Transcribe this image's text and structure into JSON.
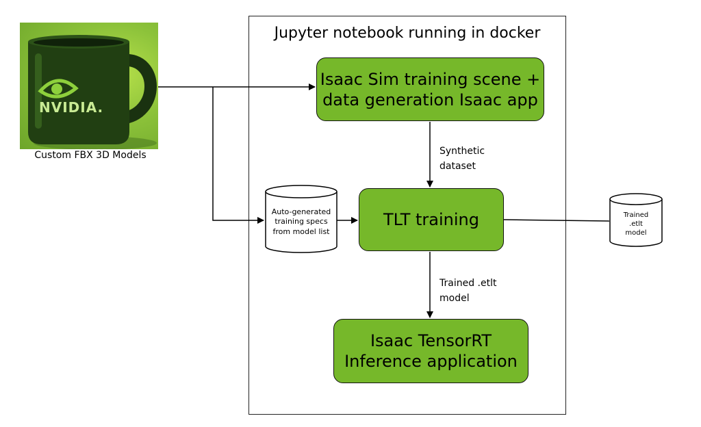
{
  "image_caption": "Custom FBX 3D Models",
  "mug_logo": "NVIDIA.",
  "container_title": "Jupyter notebook running in docker",
  "nodes": {
    "isaac_sim": "Isaac Sim training scene +\ndata generation Isaac app",
    "tlt": "TLT training",
    "tensorrt": "Isaac TensorRT\nInference application"
  },
  "edge_labels": {
    "synthetic": "Synthetic\ndataset",
    "trained": "Trained .etlt\nmodel"
  },
  "cylinders": {
    "specs": "Auto-generated\ntraining specs\nfrom model list",
    "output": "Trained\n.etlt\nmodel"
  },
  "colors": {
    "node_green": "#76b82a",
    "mug_background": "#8cc23a",
    "mug_body": "#1f3a10"
  }
}
